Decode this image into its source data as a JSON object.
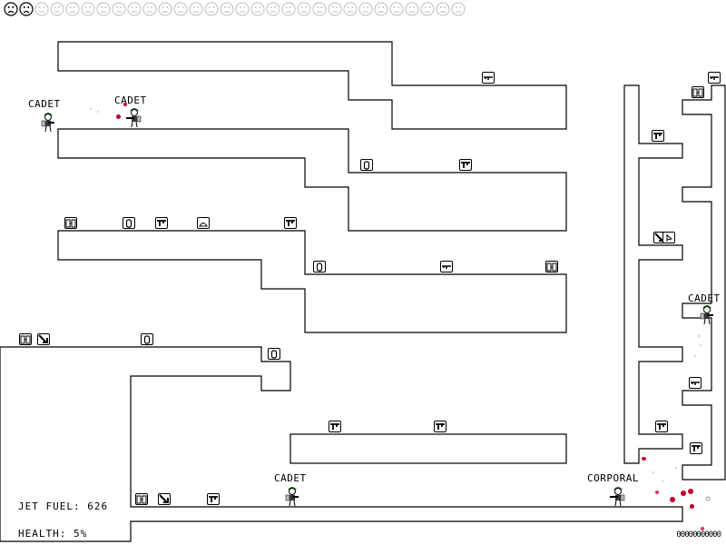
{
  "hud": {
    "lives": {
      "lost": 2,
      "total": 30
    },
    "jet_fuel_label": "JET FUEL:",
    "jet_fuel_value": "626",
    "health_label": "HEALTH:",
    "health_value": "5%",
    "ammo_counter": "00000000000"
  },
  "soldiers": [
    {
      "rank": "CADET"
    },
    {
      "rank": "CADET"
    },
    {
      "rank": "CADET"
    },
    {
      "rank": "CADET"
    },
    {
      "rank": "CORPORAL"
    }
  ],
  "pickup_types": {
    "rifle": "rifle-icon",
    "pistol": "pistol-icon",
    "ammo": "ammo-icon",
    "binoculars": "binoculars-icon",
    "rocket": "rocket-icon",
    "mine": "mine-icon",
    "flag": "flag-icon"
  },
  "colors": {
    "helmet": "#2e6b2e",
    "blood": "#c0002a",
    "line": "#000000",
    "face_inactive": "#c8c8c8"
  }
}
